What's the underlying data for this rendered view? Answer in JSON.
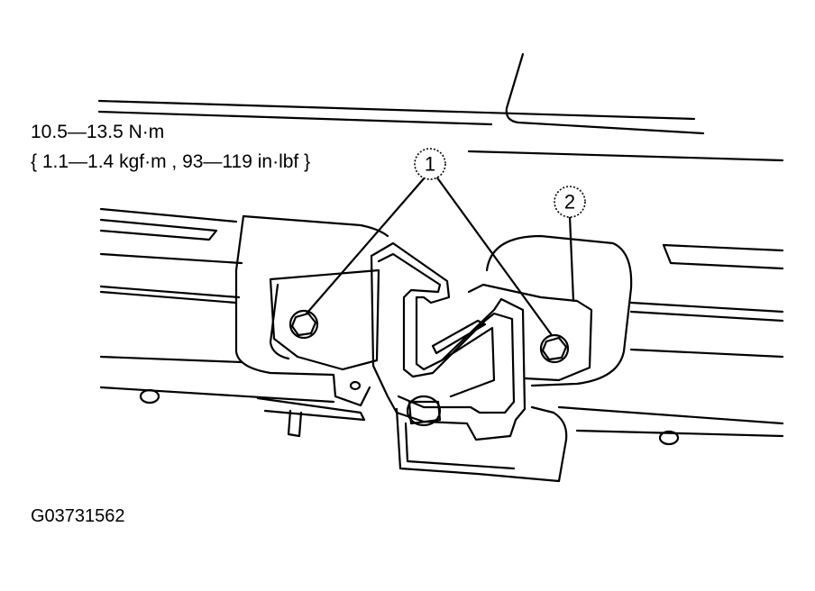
{
  "torque_spec": {
    "line1": "10.5—13.5 N·m",
    "line2": "{ 1.1—1.4 kgf·m , 93—119 in·lbf }"
  },
  "callouts": [
    {
      "id": "1",
      "label": "1"
    },
    {
      "id": "2",
      "label": "2"
    }
  ],
  "figure_code": "G03731562"
}
